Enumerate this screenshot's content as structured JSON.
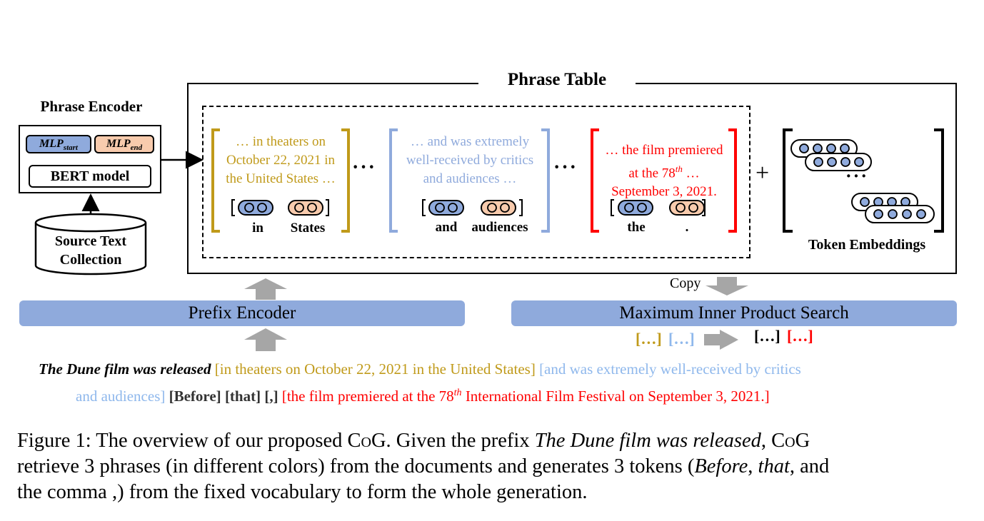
{
  "colors": {
    "phrase1": "#c09a1a",
    "phrase2": "#8faadc",
    "phrase3": "#ff0000",
    "bar": "#8faadc",
    "start_vec": "#8faadc",
    "end_vec": "#f8cbad",
    "arrow_gray": "#a6a6a6"
  },
  "encoder": {
    "title": "Phrase Encoder",
    "mlp_start_base": "MLP",
    "mlp_start_sub": "start",
    "mlp_end_base": "MLP",
    "mlp_end_sub": "end",
    "bert": "BERT model",
    "source_line1": "Source Text",
    "source_line2": "Collection"
  },
  "phrase_table": {
    "title": "Phrase Table",
    "dots": "···",
    "plus": "+",
    "token_embeddings": "Token Embeddings",
    "phrases": [
      {
        "line1": "… in theaters on",
        "line2": "October 22, 2021 in",
        "line3": "the United States …",
        "start_token": "in",
        "end_token": "States"
      },
      {
        "line1": "… and was extremely",
        "line2": "well-received by critics",
        "line3": "and audiences …",
        "start_token": "and",
        "end_token": "audiences"
      },
      {
        "line1": "… the film premiered",
        "line2a": "at the 78",
        "line2sup": "th",
        "line2b": " …",
        "line3": "September 3, 2021.",
        "start_token": "the",
        "end_token": "."
      }
    ]
  },
  "search": {
    "prefix_encoder": "Prefix Encoder",
    "mips": "Maximum Inner Product Search",
    "copy": "Copy",
    "chunk1": "[…]",
    "chunk2": "[…]",
    "chunk3": "[…]",
    "chunk4": "[…]"
  },
  "generation": {
    "prefix": "The Dune film was released",
    "p1": "[in theaters on October 22, 2021 in the United States]",
    "p2a": "[and was extremely well-received by critics",
    "p2b": "and audiences]",
    "t1": "[Before]",
    "t2": "[that]",
    "t3": "[,]",
    "p3a": "[the film premiered at the 78",
    "p3sup": "th",
    "p3b": " International Film Festival on September 3, 2021.]"
  },
  "caption": {
    "c1": "Figure 1: The overview of our proposed C",
    "c1sc": "o",
    "c1b": "G. Given the prefix ",
    "c2": "The Dune film was released",
    "c3": ", C",
    "c3sc": "o",
    "c3b": "G",
    "c4": "retrieve 3 phrases (in different colors) from the documents and generates 3 tokens (",
    "c5": "Before",
    "c6": ", ",
    "c7": "that",
    "c8": ", and",
    "c9": "the comma ,) from the fixed vocabulary to form the whole generation."
  }
}
